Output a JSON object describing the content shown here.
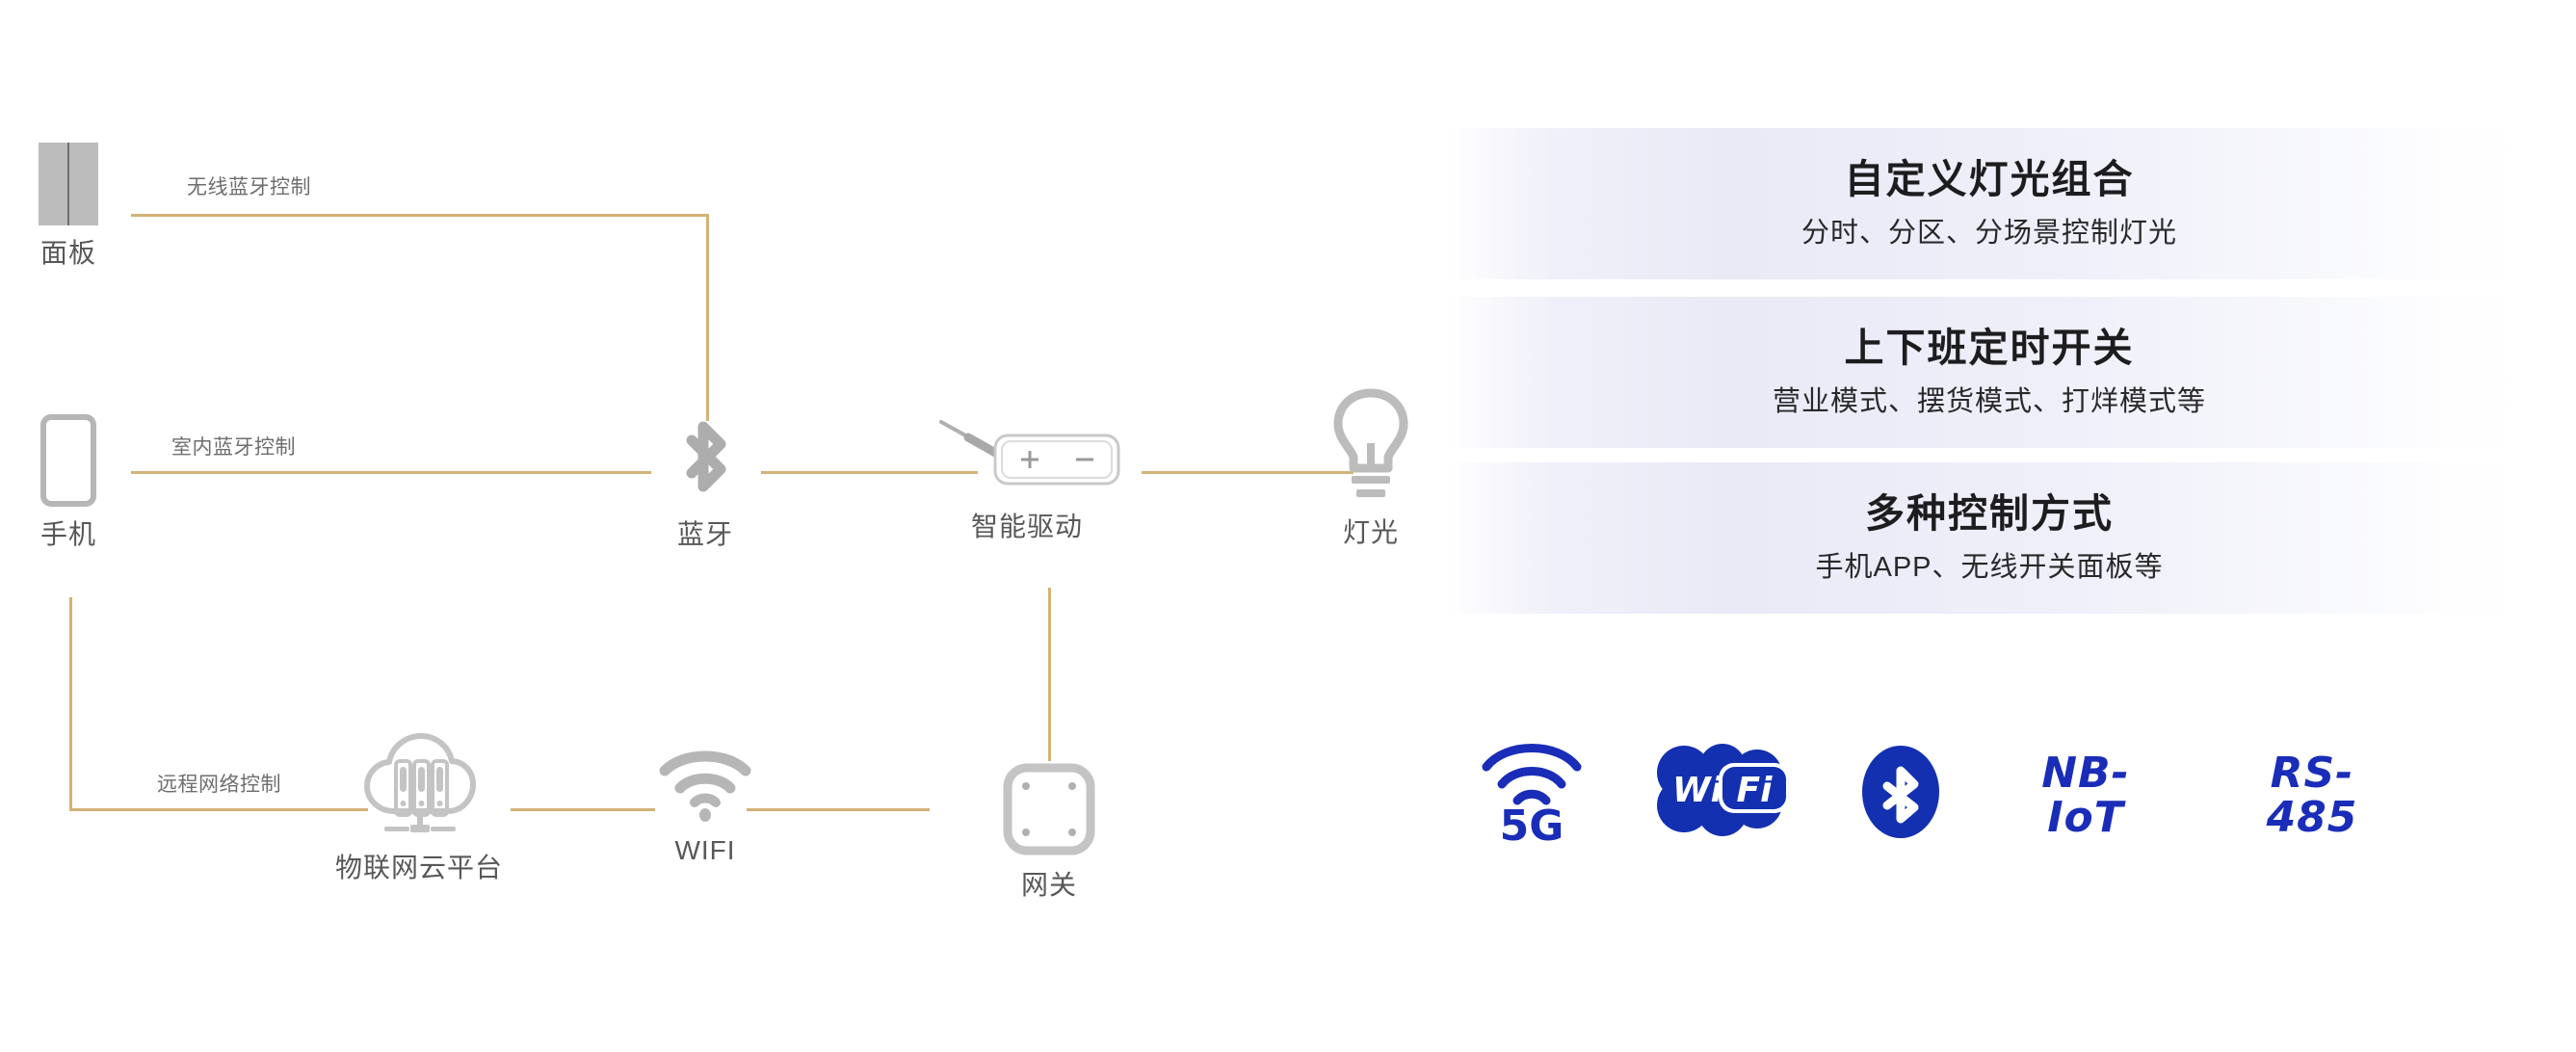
{
  "diagram": {
    "nodes": [
      {
        "id": "panel",
        "label": "面板",
        "icon": "wall-switch-panel-icon"
      },
      {
        "id": "phone",
        "label": "手机",
        "icon": "smartphone-icon"
      },
      {
        "id": "bluetooth",
        "label": "蓝牙",
        "icon": "bluetooth-icon"
      },
      {
        "id": "driver",
        "label": "智能驱动",
        "icon": "smart-driver-icon"
      },
      {
        "id": "light",
        "label": "灯光",
        "icon": "light-bulb-icon"
      },
      {
        "id": "cloud",
        "label": "物联网云平台",
        "icon": "cloud-server-icon"
      },
      {
        "id": "wifi",
        "label": "WIFI",
        "icon": "wifi-signal-icon"
      },
      {
        "id": "gateway",
        "label": "网关",
        "icon": "gateway-box-icon"
      }
    ],
    "edge_labels": [
      {
        "id": "wireless-bt",
        "text": "无线蓝牙控制"
      },
      {
        "id": "indoor-bt",
        "text": "室内蓝牙控制"
      },
      {
        "id": "remote-net",
        "text": "远程网络控制"
      }
    ],
    "line_color": "#d2b277"
  },
  "features": [
    {
      "title": "自定义灯光组合",
      "subtitle": "分时、分区、分场景控制灯光"
    },
    {
      "title": "上下班定时开关",
      "subtitle": "营业模式、摆货模式、打烊模式等"
    },
    {
      "title": "多种控制方式",
      "subtitle": "手机APP、无线开关面板等"
    }
  ],
  "tech_badges": [
    {
      "id": "5g",
      "label": "5G",
      "icon": "5g-signal-icon",
      "type": "icon"
    },
    {
      "id": "wifi",
      "label": "Wi Fi",
      "icon": "wifi-logo-icon",
      "type": "icon"
    },
    {
      "id": "bt",
      "label": "Bluetooth",
      "icon": "bluetooth-badge-icon",
      "type": "icon"
    },
    {
      "id": "nbiot",
      "label": "NB-\nIoT",
      "line1": "NB-",
      "line2": "IoT",
      "type": "text"
    },
    {
      "id": "rs485",
      "label": "RS-\n485",
      "line1": "RS-",
      "line2": "485",
      "type": "text"
    }
  ],
  "colors": {
    "connector": "#d2b277",
    "icon_gray": "#b6b6b6",
    "label_gray": "#58585a",
    "brand_blue": "#1a2db8",
    "card_tint": "#e9eaf6"
  }
}
